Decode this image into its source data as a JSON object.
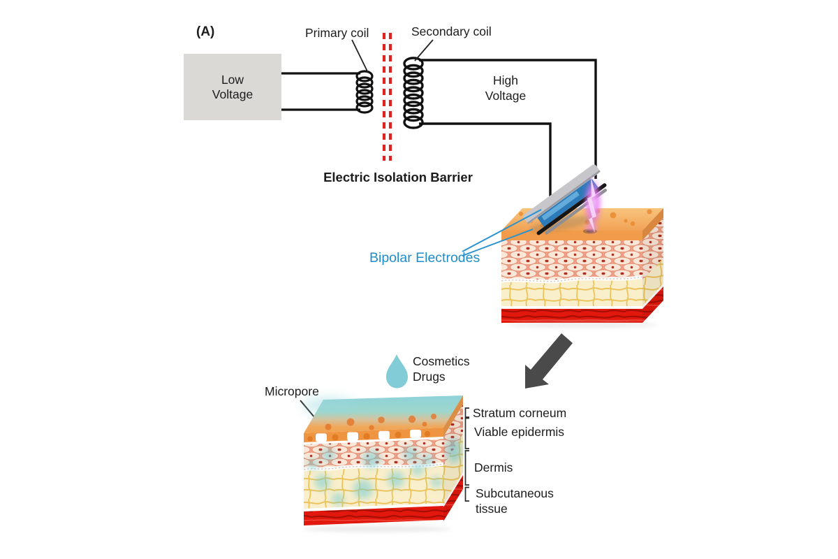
{
  "panel_label": "(A)",
  "transformer": {
    "low_voltage_line1": "Low",
    "low_voltage_line2": "Voltage",
    "primary_coil_label": "Primary coil",
    "secondary_coil_label": "Secondary coil",
    "isolation_barrier_label": "Electric Isolation Barrier",
    "high_voltage_line1": "High",
    "high_voltage_line2": "Voltage"
  },
  "treatment": {
    "bipolar_electrodes_label": "Bipolar Electrodes"
  },
  "delivery": {
    "cosmetics_label": "Cosmetics",
    "drugs_label": "Drugs",
    "micropore_label": "Micropore"
  },
  "skin_layer_labels": {
    "stratum_corneum": "Stratum corneum",
    "viable_epidermis": "Viable epidermis",
    "dermis": "Dermis",
    "subcutaneous_line1": "Subcutaneous",
    "subcutaneous_line2": "tissue"
  },
  "colors": {
    "isolation_barrier_red": "#dd2222",
    "electrode_label_blue": "#1f8dcb",
    "droplet_teal": "#82ccd8",
    "transfer_arrow_gray": "#4a4a4a",
    "voltage_box_gray": "#dbd9d6",
    "stratum_corneum_orange": "#f09c4a",
    "epidermis_salmon": "#f0a088",
    "dermis_cream": "#faefcb",
    "muscle_red": "#e2170d",
    "spark_magenta": "#e26ef2",
    "drug_cyan": "#8ed2d9"
  }
}
